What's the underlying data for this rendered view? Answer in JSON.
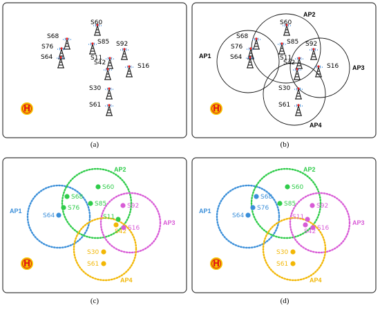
{
  "captions": [
    "(a)",
    "(b)",
    "(c)",
    "(d)"
  ],
  "heli_symbol": "H",
  "ap_labels": [
    "AP1",
    "AP2",
    "AP3",
    "AP4"
  ],
  "station_labels": [
    "S60",
    "S68",
    "S76",
    "S64",
    "S85",
    "S92",
    "S11",
    "S42",
    "S16",
    "S30",
    "S61"
  ],
  "colors": {
    "ap1": "#3b8fd9",
    "ap2": "#2fcc4a",
    "ap3": "#d85bd6",
    "ap4": "#f2b705",
    "tower": "#222222",
    "signal": "#2a7fd4",
    "helipad_outer": "#f6c400",
    "helipad_text": "#e01515"
  },
  "panel_c_membership": {
    "S60": "ap2",
    "S68": "ap2",
    "S76": "ap2",
    "S85": "ap2",
    "S64": "ap1",
    "S92": "ap3",
    "S16": "ap3",
    "S11": "ap2",
    "S42": "ap4",
    "S30": "ap4",
    "S61": "ap4"
  },
  "panel_d_membership": {
    "S60": "ap2",
    "S85": "ap2",
    "S68": "ap1",
    "S76": "ap1",
    "S64": "ap1",
    "S92": "ap3",
    "S16": "ap3",
    "S11": "ap3",
    "S42": "ap3",
    "S30": "ap4",
    "S61": "ap4"
  }
}
